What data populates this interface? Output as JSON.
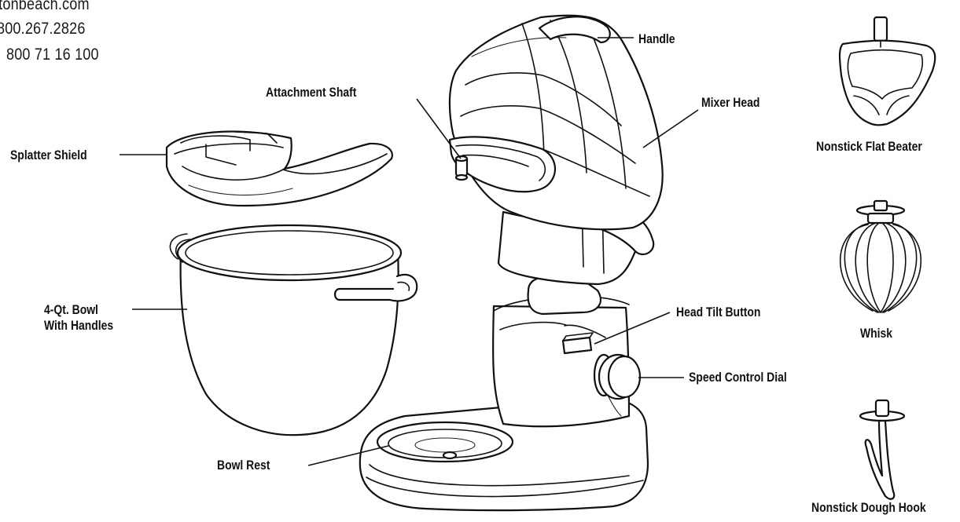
{
  "contact": {
    "website": "ltonbeach.com",
    "phone_1": "800.267.2826",
    "phone_2": "800 71 16 100"
  },
  "labels": {
    "handle": "Handle",
    "attachment_shaft": "Attachment Shaft",
    "mixer_head": "Mixer Head",
    "splatter_shield": "Splatter Shield",
    "bowl_line1": "4-Qt. Bowl",
    "bowl_line2": "With Handles",
    "head_tilt_button": "Head Tilt Button",
    "speed_control_dial": "Speed Control Dial",
    "bowl_rest": "Bowl Rest"
  },
  "accessories": {
    "flat_beater": "Nonstick Flat Beater",
    "whisk": "Whisk",
    "dough_hook": "Nonstick Dough Hook"
  }
}
